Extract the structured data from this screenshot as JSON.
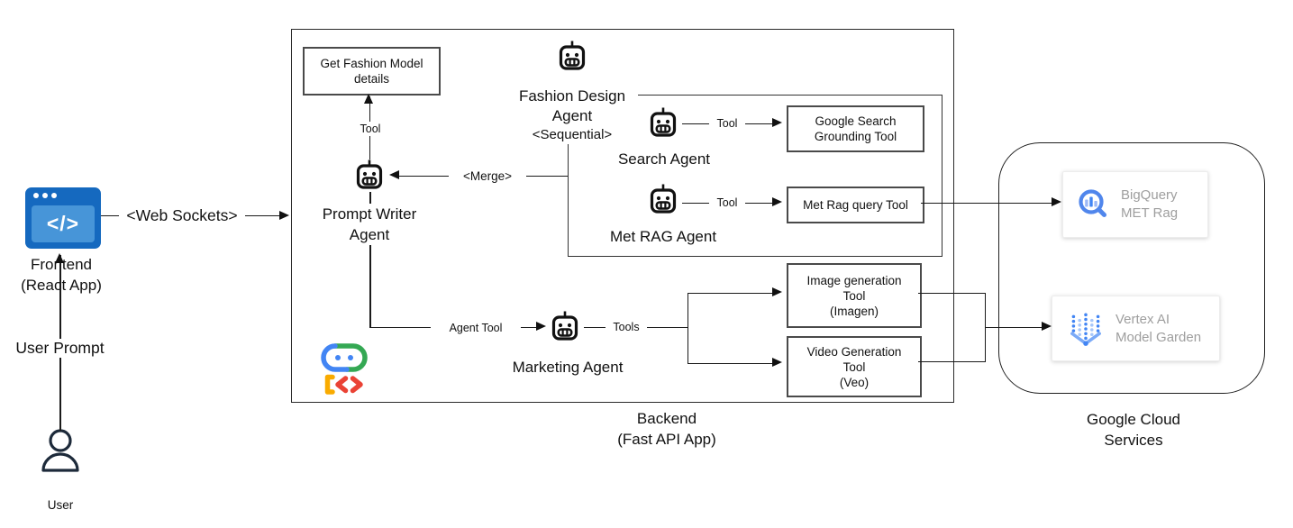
{
  "frontend": {
    "line1": "Frontend",
    "line2": "(React App)",
    "icon_glyph": "</>"
  },
  "user": {
    "prompt": "User Prompt",
    "label": "User"
  },
  "edges": {
    "web_sockets": "<Web Sockets>",
    "tool1": "Tool",
    "tool2": "Tool",
    "tool3": "Tool",
    "merge": "<Merge>",
    "agent_tool": "Agent Tool",
    "tools": "Tools"
  },
  "backend": {
    "title1": "Backend",
    "title2": "(Fast API App)",
    "agents": {
      "prompt_writer": {
        "l1": "Prompt Writer",
        "l2": "Agent"
      },
      "fashion_design": {
        "l1": "Fashion Design",
        "l2": "Agent",
        "l3": "<Sequential>"
      },
      "search": "Search Agent",
      "met_rag": "Met RAG Agent",
      "marketing": "Marketing Agent"
    },
    "boxes": {
      "get_fashion": {
        "l1": "Get Fashion Model",
        "l2": "details"
      },
      "google_search": {
        "l1": "Google Search",
        "l2": "Grounding Tool"
      },
      "met_rag_query": "Met Rag query Tool",
      "image_gen": {
        "l1": "Image generation",
        "l2": "Tool",
        "l3": "(Imagen)"
      },
      "video_gen": {
        "l1": "Video Generation",
        "l2": "Tool",
        "l3": "(Veo)"
      }
    }
  },
  "gcp": {
    "title1": "Google Cloud",
    "title2": "Services",
    "bigquery": {
      "l1": "BigQuery",
      "l2": "MET Rag"
    },
    "vertex": {
      "l1": "Vertex AI",
      "l2": "Model Garden"
    }
  },
  "icons": {
    "frontend": "browser-code-icon",
    "agents": "robot-icon",
    "user": "person-icon",
    "framework": "google-adk-logo",
    "bigquery": "bigquery-icon",
    "vertex": "vertex-ai-icon"
  },
  "colors": {
    "line": "#1a1a1a",
    "frontend_outer_blue": "#1569bf",
    "frontend_inner_blue": "#4795d8",
    "google_blue": "#4285F4",
    "google_green": "#34A853",
    "google_yellow": "#F9AB00",
    "google_red": "#EA4335",
    "card_text_gray": "#9e9e9e"
  }
}
